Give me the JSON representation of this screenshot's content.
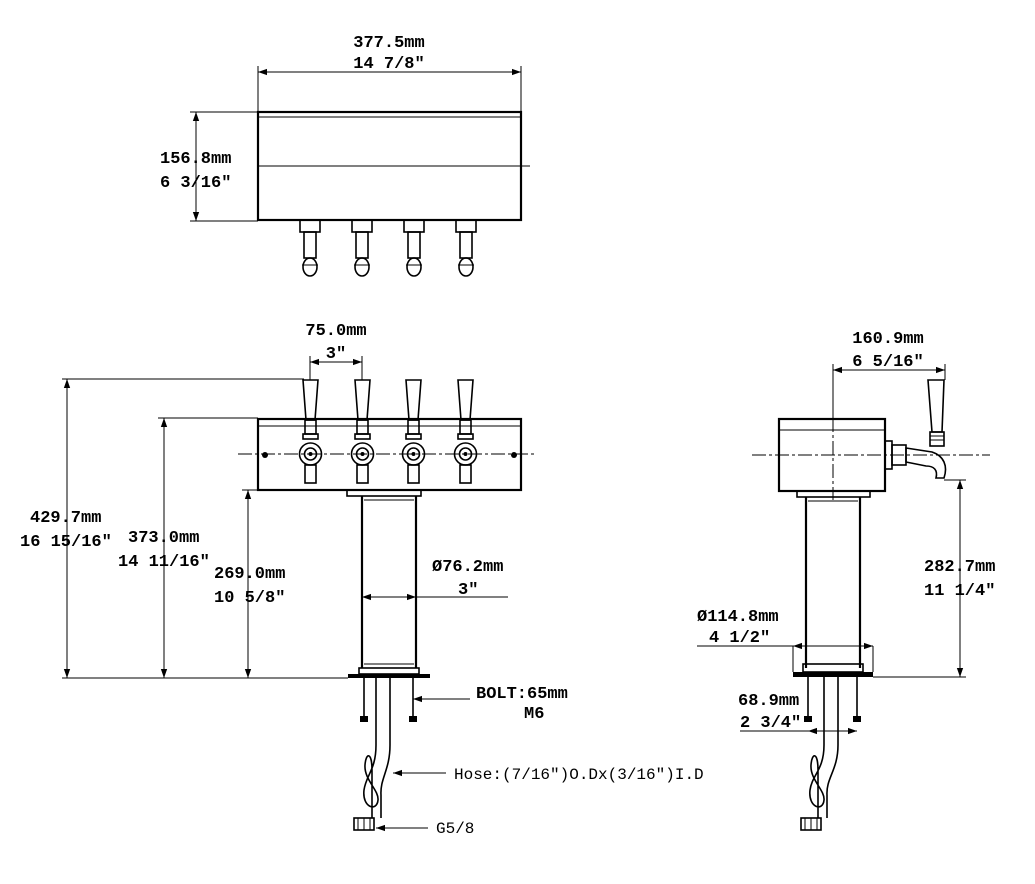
{
  "dimensions": {
    "top_width_mm": "377.5mm",
    "top_width_in": "14 7/8\"",
    "top_depth_mm": "156.8mm",
    "top_depth_in": "6 3/16\"",
    "tap_spacing_mm": "75.0mm",
    "tap_spacing_in": "3\"",
    "total_height_mm": "429.7mm",
    "total_height_in": "16 15/16\"",
    "head_top_height_mm": "373.0mm",
    "head_top_height_in": "14 11/16\"",
    "head_bottom_height_mm": "269.0mm",
    "head_bottom_height_in": "10 5/8\"",
    "column_dia_mm": "Ø76.2mm",
    "column_dia_in": "3\"",
    "side_depth_mm": "160.9mm",
    "side_depth_in": "6 5/16\"",
    "spout_height_mm": "282.7mm",
    "spout_height_in": "11 1/4\"",
    "base_dia_mm": "Ø114.8mm",
    "base_dia_in": "4 1/2\"",
    "bolt_spacing_mm": "68.9mm",
    "bolt_spacing_in": "2 3/4\""
  },
  "notes": {
    "bolt_line1": "BOLT:65mm",
    "bolt_line2": "M6",
    "hose": "Hose:(7/16\")O.Dx(3/16\")I.D",
    "fitting": "G5/8"
  }
}
